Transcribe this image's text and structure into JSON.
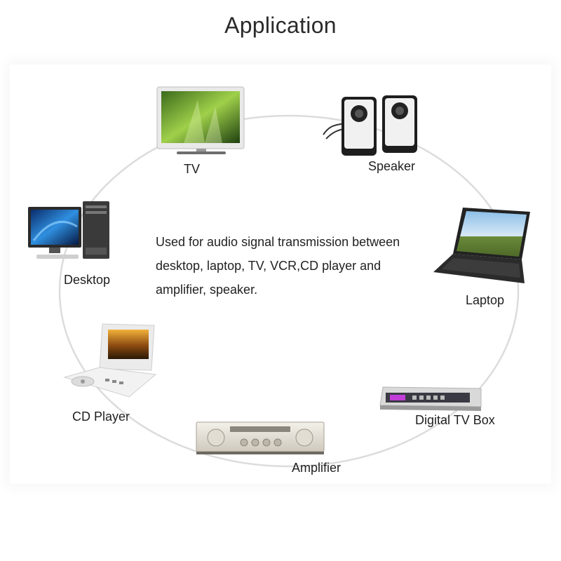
{
  "title": "Application",
  "description": [
    "Used for audio signal transmission between",
    "desktop, laptop, TV, VCR,CD player and",
    "amplifier, speaker."
  ],
  "devices": {
    "tv": "TV",
    "speaker": "Speaker",
    "desktop": "Desktop",
    "laptop": "Laptop",
    "cd_player": "CD Player",
    "digital_tv_box": "Digital TV Box",
    "amplifier": "Amplifier"
  },
  "colors": {
    "ring": "#dcdcdc",
    "background": "#ffffff",
    "text": "#1f1f1f"
  }
}
